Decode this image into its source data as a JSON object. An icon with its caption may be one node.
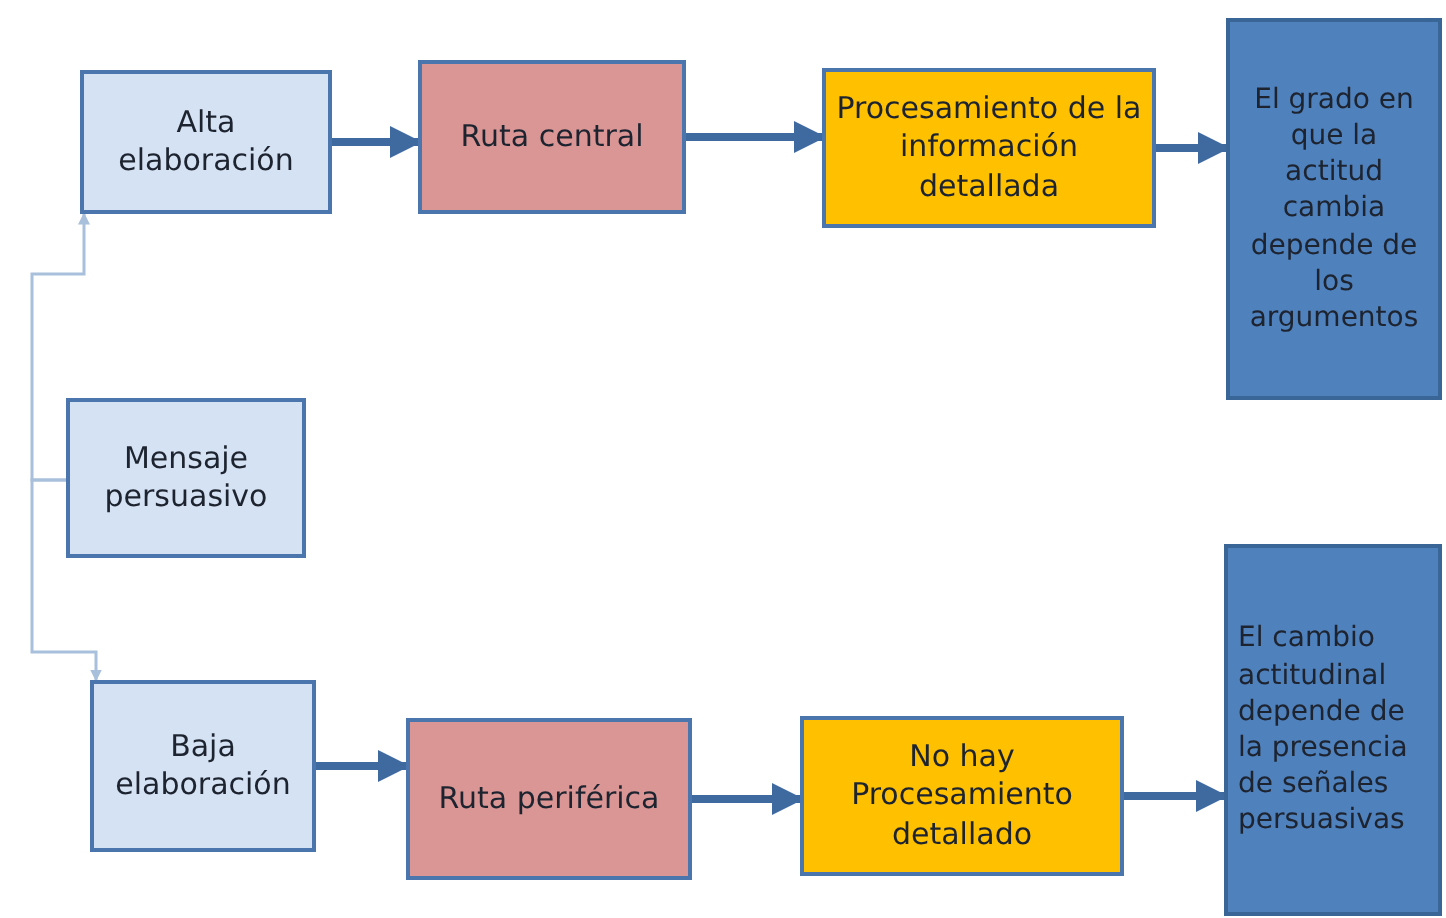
{
  "diagram": {
    "nodes": [
      {
        "text": [
          "Alta elaboración"
        ]
      },
      {
        "text": [
          "Ruta central"
        ]
      },
      {
        "text": [
          "Procesamiento de la información detallada"
        ]
      },
      {
        "text": [
          "El grado en que la actitud cambia depende de los argumentos"
        ]
      },
      {
        "text": [
          "Mensaje persuasivo"
        ]
      },
      {
        "text": [
          "Baja elaboración"
        ]
      },
      {
        "text": [
          "Ruta periférica"
        ]
      },
      {
        "text": [
          "No hay Procesamiento detallado"
        ]
      },
      {
        "text": [
          "El cambio actitudinal depende de la presencia de señales persuasivas"
        ]
      }
    ],
    "edges": [
      {
        "from": 4,
        "to": 0,
        "arrow": "to",
        "color": "#a9c0dc"
      },
      {
        "from": 4,
        "to": 5,
        "arrow": "to",
        "color": "#a9c0dc"
      },
      {
        "from": 0,
        "to": 1,
        "arrow": "to"
      },
      {
        "from": 1,
        "to": 2,
        "arrow": "to"
      },
      {
        "from": 2,
        "to": 3,
        "arrow": "to"
      },
      {
        "from": 5,
        "to": 6,
        "arrow": "to"
      },
      {
        "from": 6,
        "to": 7,
        "arrow": "to"
      },
      {
        "from": 7,
        "to": 8,
        "arrow": "to"
      }
    ]
  }
}
